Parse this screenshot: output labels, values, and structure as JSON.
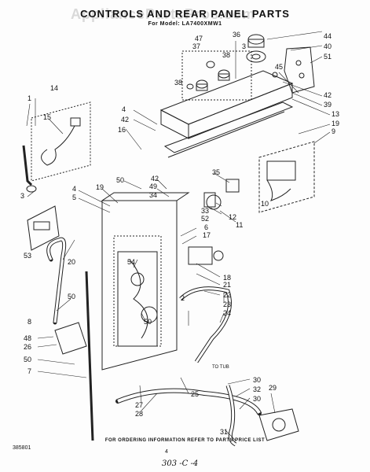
{
  "header": {
    "title": "CONTROLS AND REAR PANEL PARTS",
    "subtitle": "For Model: LA7400XMW1",
    "watermark": "AppliancePartsPros.com"
  },
  "footer": {
    "note": "FOR ORDERING INFORMATION REFER TO PARTS PRICE LIST",
    "code": "385801",
    "page": "4",
    "handwritten": "303 -C -4"
  },
  "callouts": [
    "1",
    "2",
    "3",
    "4",
    "5",
    "6",
    "7",
    "8",
    "9",
    "10",
    "11",
    "12",
    "13",
    "14",
    "15",
    "16",
    "17",
    "18",
    "19",
    "20",
    "21",
    "22",
    "23",
    "24",
    "25",
    "26",
    "27",
    "28",
    "29",
    "30",
    "31",
    "32",
    "33",
    "34",
    "35",
    "36",
    "37",
    "38",
    "39",
    "40",
    "42",
    "44",
    "45",
    "47",
    "48",
    "49",
    "50",
    "51",
    "52",
    "53",
    "54"
  ],
  "labels": {
    "to_tub": "TO TUB"
  }
}
